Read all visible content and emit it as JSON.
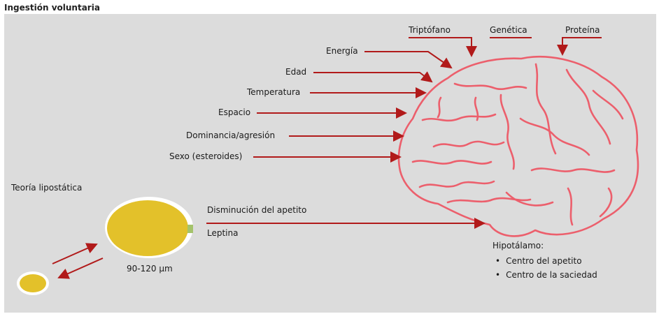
{
  "title": "Ingestión voluntaria",
  "factors_left": [
    "Energía",
    "Edad",
    "Temperatura",
    "Espacio",
    "Dominancia/agresión",
    "Sexo (esteroides)"
  ],
  "factors_top": [
    "Triptófano",
    "Genética",
    "Proteína"
  ],
  "lipostatic": {
    "title": "Teoría lipostática",
    "size_label": "90-120 µm",
    "arrow_top_label": "Disminución del apetito",
    "arrow_bottom_label": "Leptina"
  },
  "hypothalamus": {
    "title": "Hipotálamo:",
    "centers": [
      "Centro del apetito",
      "Centro de la saciedad"
    ]
  },
  "colors": {
    "arrow": "#b11a1a",
    "brain": "#ec5f6c",
    "fat_cell": "#e3c12a",
    "panel": "#dcdcdc"
  }
}
